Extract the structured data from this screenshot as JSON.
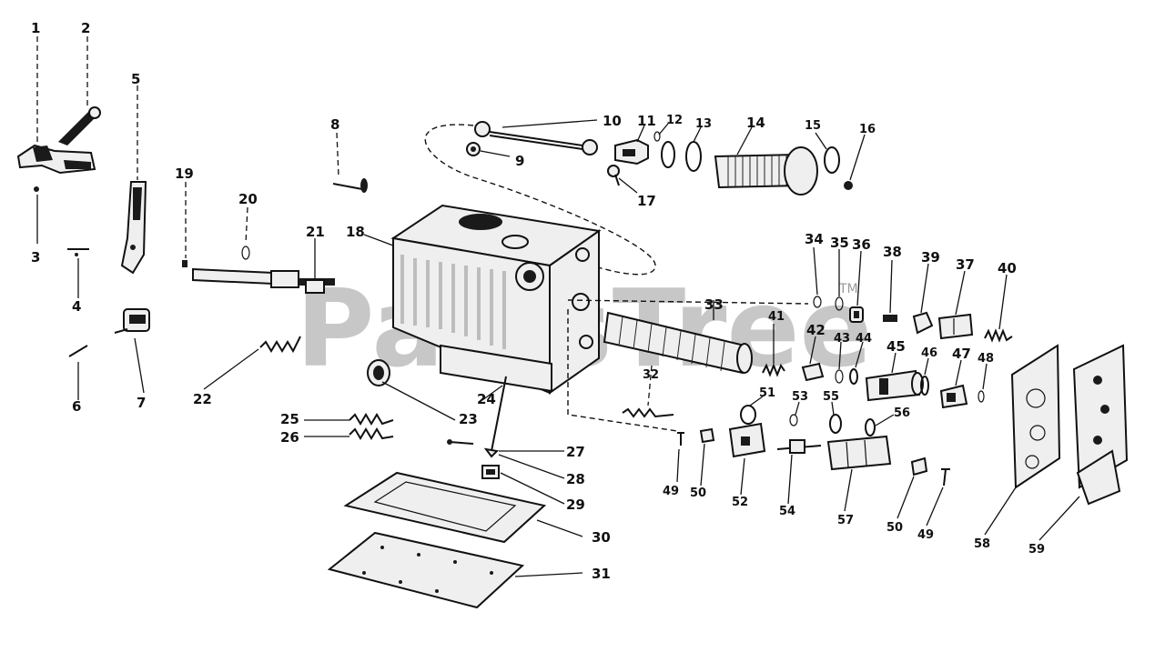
{
  "watermark": {
    "text": "PartsTree",
    "trademark": "TM"
  },
  "callouts": [
    "1",
    "2",
    "3",
    "4",
    "5",
    "6",
    "7",
    "8",
    "9",
    "10",
    "11",
    "12",
    "13",
    "14",
    "15",
    "16",
    "17",
    "18",
    "19",
    "20",
    "21",
    "22",
    "23",
    "24",
    "25",
    "26",
    "27",
    "28",
    "29",
    "30",
    "31",
    "32",
    "33",
    "34",
    "35",
    "36",
    "38",
    "39",
    "37",
    "40",
    "41",
    "42",
    "43",
    "44",
    "45",
    "46",
    "47",
    "48",
    "49",
    "50",
    "51",
    "52",
    "53",
    "54",
    "55",
    "56",
    "57",
    "50",
    "49",
    "58",
    "59"
  ]
}
